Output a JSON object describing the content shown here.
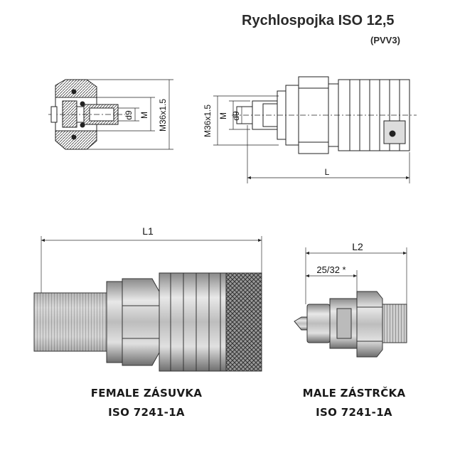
{
  "header": {
    "title": "Rychlospojka  ISO 12,5",
    "subtitle": "(PVV3)"
  },
  "drawing_top_left": {
    "dim_d9": "d9",
    "dim_M": "M",
    "dim_M36": "M36x1.5"
  },
  "drawing_top_right": {
    "dim_M36": "M36x1.5",
    "dim_M": "M",
    "dim_d9": "d9",
    "dim_L": "L"
  },
  "female": {
    "dim_L1": "L1",
    "caption_line1": "FEMALE ZÁSUVKA",
    "caption_line2": "ISO 7241-1A"
  },
  "male": {
    "dim_L2": "L2",
    "dim_25_32": "25/32 *",
    "caption_line1": "MALE  ZÁSTRČKA",
    "caption_line2": "ISO 7241-1A"
  },
  "colors": {
    "body_light": "#d9d9d9",
    "body_dark": "#7a7a7a",
    "line": "#222222"
  }
}
